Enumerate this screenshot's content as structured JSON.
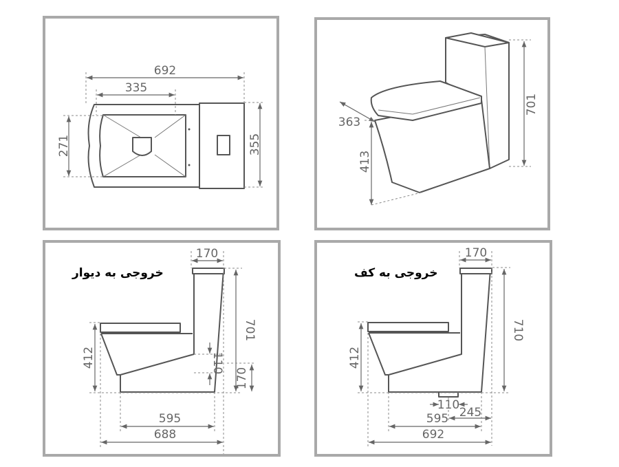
{
  "top_view": {
    "overall_length": "692",
    "bowl_length": "335",
    "bowl_width": "271",
    "overall_width": "355"
  },
  "perspective_view": {
    "height": "701",
    "seat_depth": "363",
    "seat_height": "413"
  },
  "wall_outlet": {
    "title": "خروجی به دیوار",
    "tank_depth": "170",
    "height": "701",
    "seat_height": "412",
    "outlet_diameter": "110",
    "outlet_height": "170",
    "base_length": "595",
    "overall_length": "688"
  },
  "floor_outlet": {
    "title": "خروجی به کف",
    "tank_depth": "170",
    "height": "710",
    "seat_height": "412",
    "outlet_diameter": "110",
    "outlet_distance": "245",
    "base_length": "595",
    "overall_length": "692"
  }
}
